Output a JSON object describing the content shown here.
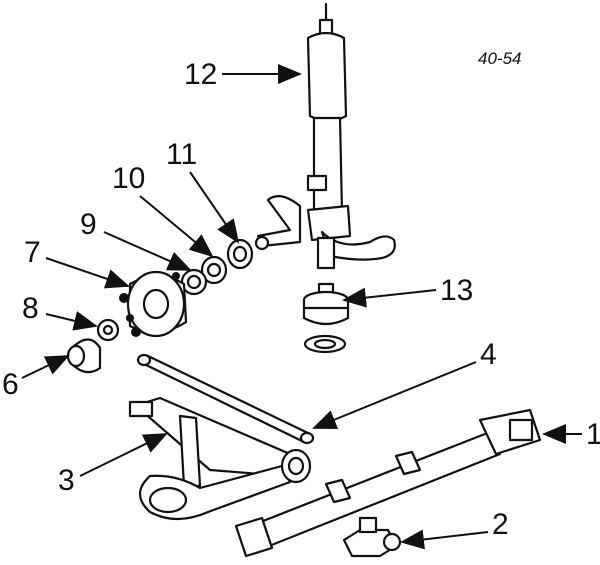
{
  "diagram_code": "40-54",
  "callouts": [
    {
      "id": "1",
      "label": "1"
    },
    {
      "id": "2",
      "label": "2"
    },
    {
      "id": "3",
      "label": "3"
    },
    {
      "id": "4",
      "label": "4"
    },
    {
      "id": "6",
      "label": "6"
    },
    {
      "id": "7",
      "label": "7"
    },
    {
      "id": "8",
      "label": "8"
    },
    {
      "id": "9",
      "label": "9"
    },
    {
      "id": "10",
      "label": "10"
    },
    {
      "id": "11",
      "label": "11"
    },
    {
      "id": "12",
      "label": "12"
    },
    {
      "id": "13",
      "label": "13"
    }
  ]
}
